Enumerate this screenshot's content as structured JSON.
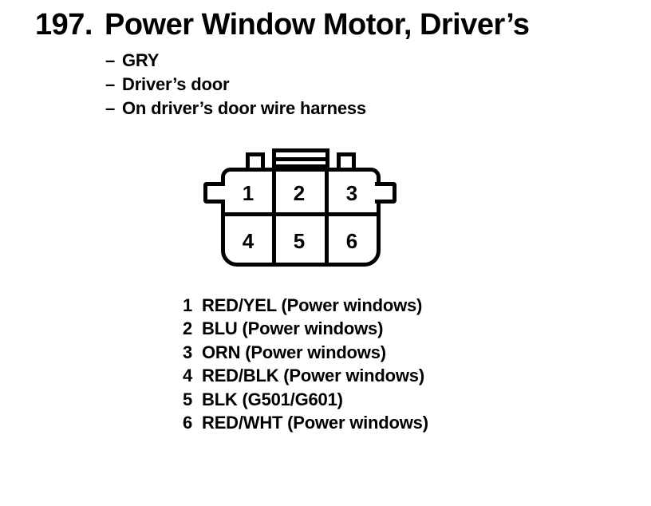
{
  "header": {
    "number": "197.",
    "title": "Power Window Motor, Driver’s"
  },
  "notes": {
    "dash": "–",
    "items": [
      "GRY",
      "Driver’s door",
      "On driver’s door wire harness"
    ]
  },
  "connector": {
    "type": "6-pin connector, face view",
    "cells": [
      "1",
      "2",
      "3",
      "4",
      "5",
      "6"
    ]
  },
  "pins": [
    {
      "num": "1",
      "label": "RED/YEL (Power windows)"
    },
    {
      "num": "2",
      "label": "BLU (Power windows)"
    },
    {
      "num": "3",
      "label": "ORN (Power windows)"
    },
    {
      "num": "4",
      "label": "RED/BLK (Power windows)"
    },
    {
      "num": "5",
      "label": "BLK (G501/G601)"
    },
    {
      "num": "6",
      "label": "RED/WHT (Power windows)"
    }
  ],
  "colors": {
    "ink": "#000000",
    "paper": "#ffffff"
  }
}
